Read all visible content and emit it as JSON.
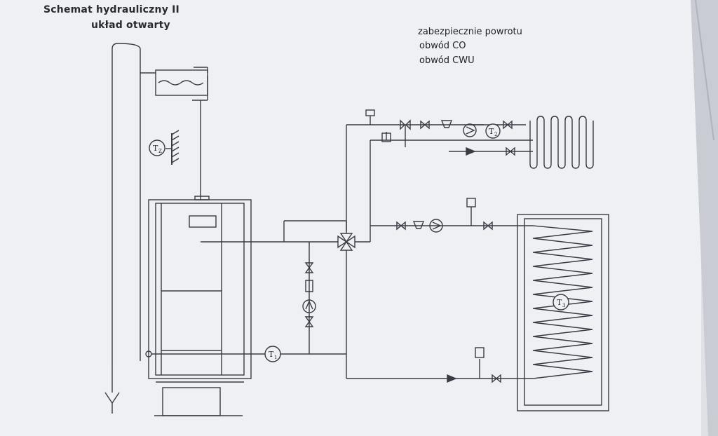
{
  "title": {
    "line1": "Schemat hydrauliczny II",
    "line2": "układ otwarty"
  },
  "legend": {
    "line1": "zabezpiecznie powrotu",
    "line2": "obwód CO",
    "line3": "obwód CWU"
  },
  "sensors": {
    "t1": "T",
    "t1_sub": "1",
    "t2": "T",
    "t2_sub": "2",
    "t3": "T",
    "t3_sub": "3",
    "tz": "T",
    "tz_sub": "Z"
  },
  "colors": {
    "paper": "#eef0f4",
    "line": "#3a3a44",
    "background": "#dfe1e6"
  }
}
